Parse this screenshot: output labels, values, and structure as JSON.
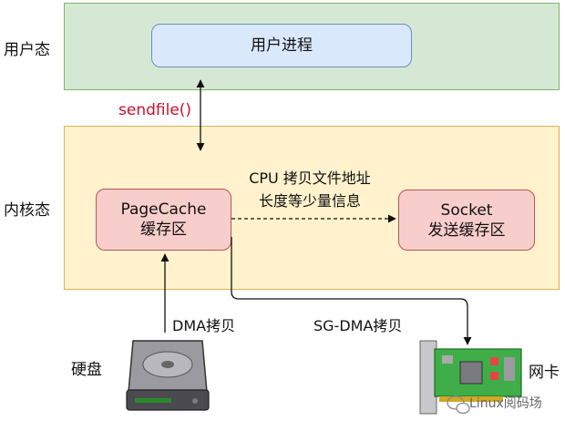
{
  "zones": {
    "user_space_label": "用户态",
    "kernel_space_label": "内核态"
  },
  "boxes": {
    "user_process": "用户进程",
    "page_cache_line1": "PageCache",
    "page_cache_line2": "缓存区",
    "socket_line1": "Socket",
    "socket_line2": "发送缓存区"
  },
  "edges": {
    "syscall_label": "sendfile()",
    "cpu_copy_line1": "CPU 拷贝文件地址",
    "cpu_copy_line2": "长度等少量信息",
    "dma_label": "DMA拷贝",
    "sg_dma_label": "SG-DMA拷贝"
  },
  "devices": {
    "disk_label": "硬盘",
    "nic_label": "网卡"
  },
  "watermark": {
    "text": "Linux阅码场"
  },
  "colors": {
    "user_zone": "#d5e8d4",
    "kernel_zone": "#fff2cc",
    "process_box": "#dae8fc",
    "buffer_box": "#f8cecc",
    "syscall_text": "#c8102e"
  }
}
